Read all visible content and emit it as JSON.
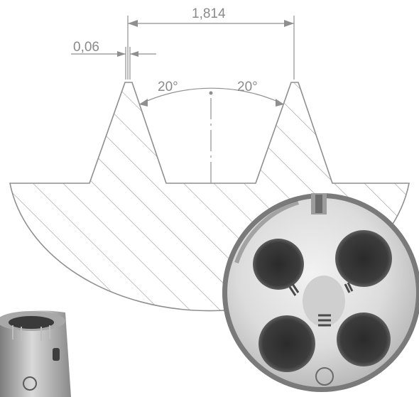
{
  "drawing": {
    "dimension_width": "1,814",
    "dimension_gap": "0,06",
    "angle_left": "20°",
    "angle_right": "20°"
  },
  "photos": {
    "large_die": {
      "subject": "round threading die with four cutting holes and a stamped logo"
    },
    "small_die": {
      "subject": "hexagon/round die nut, partially visible"
    }
  },
  "colors": {
    "line": "#8f8f8f",
    "hatch": "#9a9a9a",
    "metal_light": "#e9e9e9",
    "metal_dark": "#5a5a5a"
  }
}
